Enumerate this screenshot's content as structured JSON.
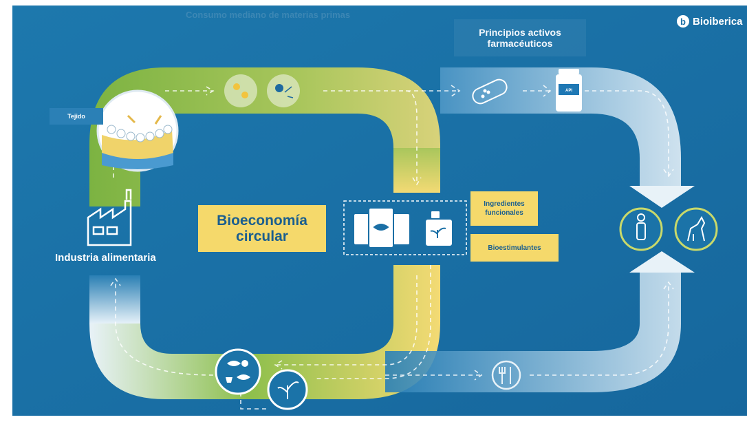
{
  "header": {
    "faded_title": "Consumo mediano de materias primas",
    "brand_name": "Bioiberica",
    "brand_logo_letter": "b"
  },
  "labels": {
    "api": "Principios activos farmacéuticos",
    "tissue": "Tejido",
    "industry": "Industria alimentaria",
    "center": "Bioeconomía circular",
    "functional_ingredients": "Ingredientes funcionales",
    "biostimulants": "Bioestimulantes",
    "bottle_label": "API"
  },
  "colors": {
    "background": "#1b73a8",
    "green": "#7cb342",
    "yellow": "#f5d96b",
    "light_blue": "#cfe4f2",
    "label_text": "#1a5e8f"
  },
  "icons": [
    "factory-icon",
    "tissue-icon",
    "molecule-icon",
    "pill-icon",
    "bottle-icon",
    "feed-bags-icon",
    "jerrycan-icon",
    "human-icon",
    "pet-icon",
    "animals-icon",
    "sprout-icon",
    "cutlery-icon"
  ]
}
